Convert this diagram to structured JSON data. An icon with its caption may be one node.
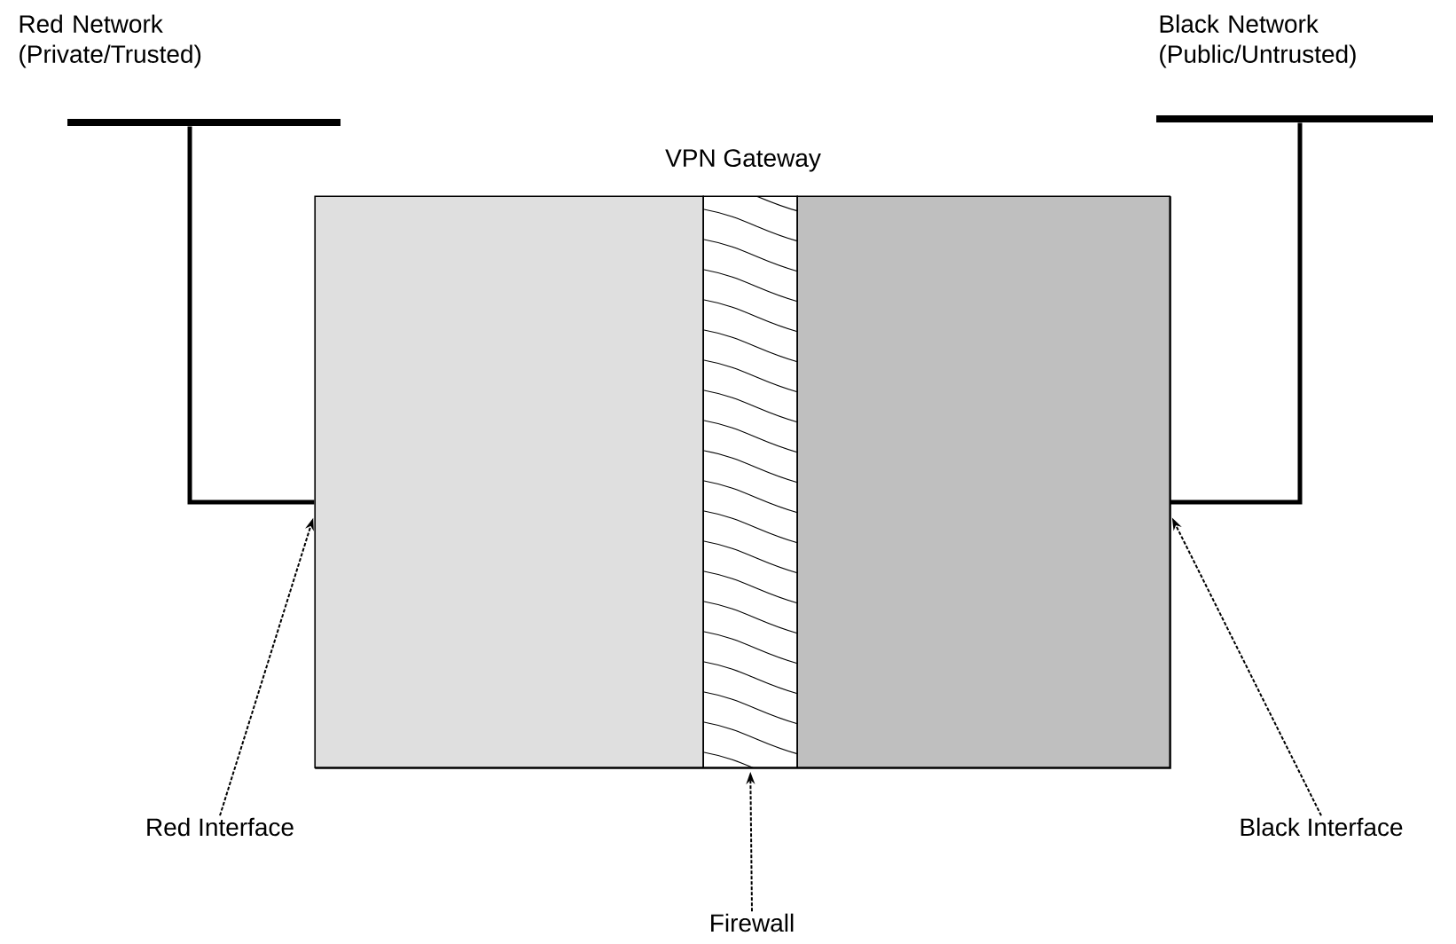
{
  "diagram": {
    "nodes": [
      {
        "text": [
          "Red Network (Private/Trusted)"
        ]
      },
      {
        "text": [
          "VPN Gateway"
        ]
      },
      {
        "text": [],
        "shape": "box",
        "in": 1
      },
      {
        "text": [],
        "shape": "box",
        "in": 1
      },
      {
        "text": [],
        "shape": "box",
        "in": 1
      },
      {
        "text": [
          "Black Network (Public/Untrusted)"
        ]
      },
      {
        "text": [
          "Red Interface"
        ]
      },
      {
        "text": [
          "Firewall"
        ]
      },
      {
        "text": [
          "Black Interface"
        ]
      }
    ],
    "edges": [
      {
        "from": 0,
        "to": 2,
        "arrow": "none",
        "style": "thick"
      },
      {
        "from": 5,
        "to": 4,
        "arrow": "none",
        "style": "thick"
      },
      {
        "from": 6,
        "to": 2,
        "arrow": "to",
        "style": "dashed"
      },
      {
        "from": 7,
        "to": 3,
        "arrow": "to",
        "style": "dashed"
      },
      {
        "from": 8,
        "to": 4,
        "arrow": "to",
        "style": "dashed"
      }
    ]
  }
}
